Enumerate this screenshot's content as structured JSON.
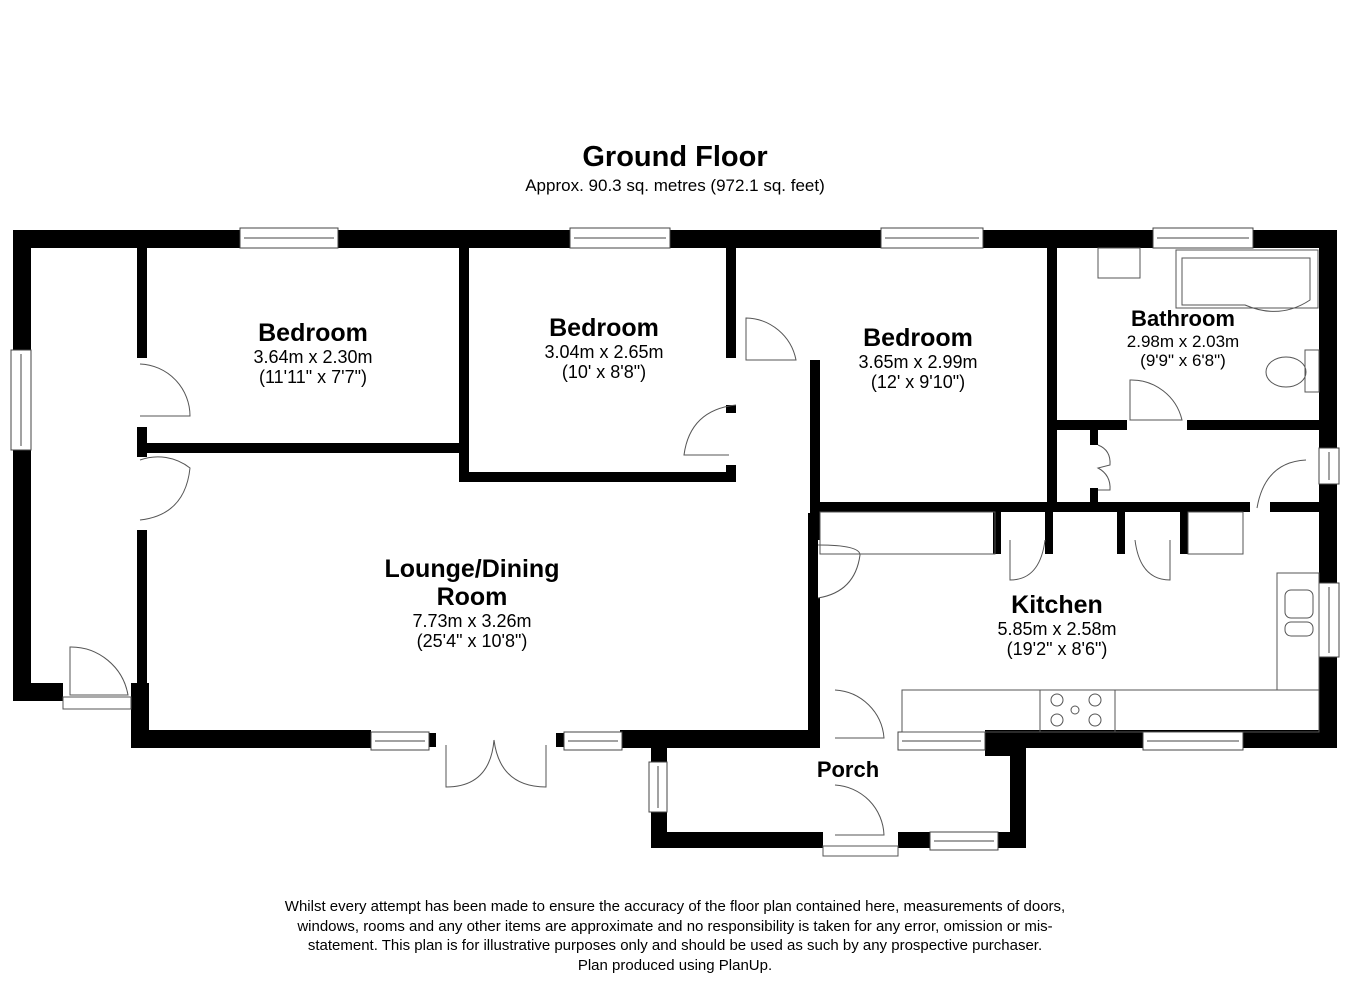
{
  "header": {
    "title": "Ground Floor",
    "subtitle": "Approx. 90.3 sq. metres (972.1 sq. feet)"
  },
  "rooms": [
    {
      "id": "bedroom-1",
      "name": "Bedroom",
      "metric": "3.64m x 2.30m",
      "imperial": "(11'11\" x 7'7\")"
    },
    {
      "id": "bedroom-2",
      "name": "Bedroom",
      "metric": "3.04m x 2.65m",
      "imperial": "(10' x 8'8\")"
    },
    {
      "id": "bedroom-3",
      "name": "Bedroom",
      "metric": "3.65m x 2.99m",
      "imperial": "(12' x 9'10\")"
    },
    {
      "id": "bathroom",
      "name": "Bathroom",
      "metric": "2.98m x 2.03m",
      "imperial": "(9'9\" x 6'8\")"
    },
    {
      "id": "lounge-dining",
      "name_line1": "Lounge/Dining",
      "name_line2": "Room",
      "metric": "7.73m x 3.26m",
      "imperial": "(25'4\" x 10'8\")"
    },
    {
      "id": "kitchen",
      "name": "Kitchen",
      "metric": "5.85m x 2.58m",
      "imperial": "(19'2\" x 8'6\")"
    },
    {
      "id": "porch",
      "name": "Porch"
    }
  ],
  "footer": {
    "lines": [
      "Whilst every attempt has been made to ensure the accuracy of the floor plan contained here, measurements of doors,",
      "windows, rooms and any other items are approximate and no responsibility is taken for any error, omission or mis-",
      "statement. This plan is for illustrative purposes only and should be used as such by any prospective purchaser.",
      "Plan produced using PlanUp."
    ]
  },
  "colors": {
    "wall": "#000000",
    "background": "#ffffff",
    "fixture_line": "#555555"
  }
}
